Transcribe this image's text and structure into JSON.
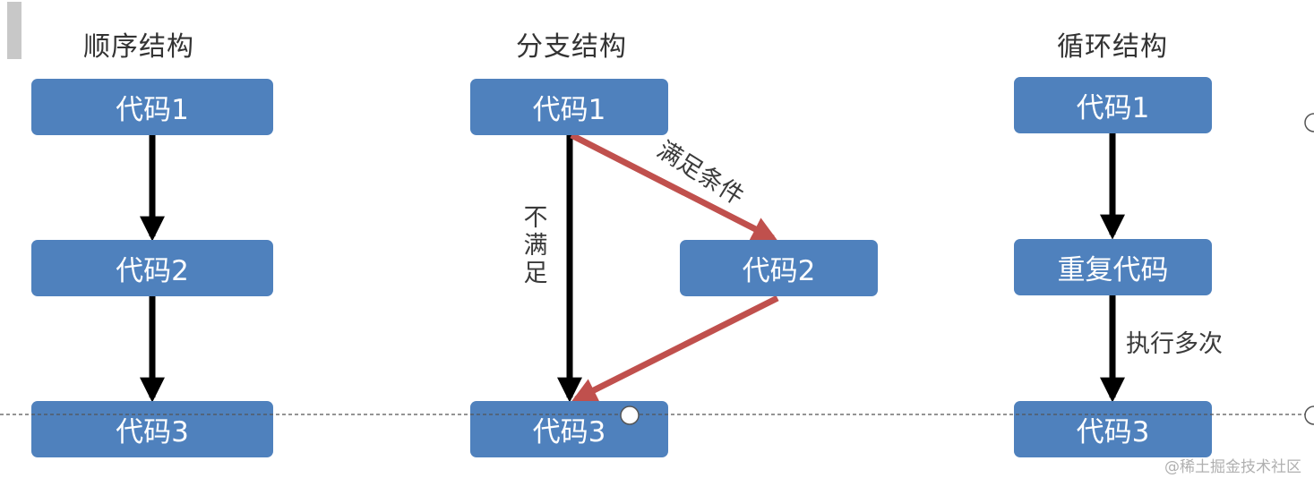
{
  "headings": {
    "sequential": "顺序结构",
    "branch": "分支结构",
    "loop": "循环结构"
  },
  "sequential": {
    "box1": "代码1",
    "box2": "代码2",
    "box3": "代码3"
  },
  "branch": {
    "box1": "代码1",
    "box2": "代码2",
    "box3": "代码3",
    "condition_met": "满足条件",
    "condition_not_met": "不满足"
  },
  "loop": {
    "box1": "代码1",
    "box2": "重复代码",
    "box3": "代码3",
    "repeat_label": "执行多次"
  },
  "watermark": "@稀土掘金技术社区",
  "colors": {
    "box": "#4f81bd",
    "box_text": "#ffffff",
    "arrow_black": "#000000",
    "arrow_red": "#c0504d",
    "guide_line": "#555555"
  }
}
